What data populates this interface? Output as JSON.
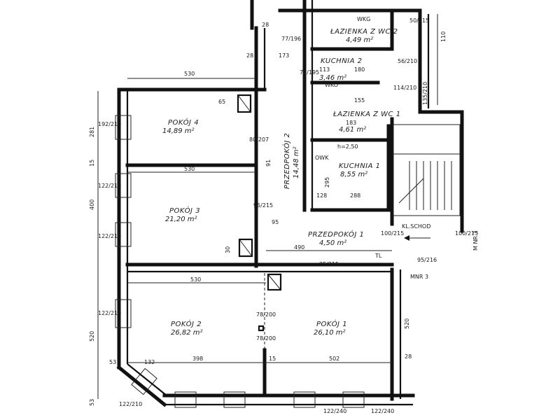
{
  "rooms": {
    "lazienka_wc2": {
      "name": "ŁAZIENKA Z WC 2",
      "area": "4,49 m²"
    },
    "kuchnia2": {
      "name": "KUCHNIA 2",
      "area": "3,46 m²"
    },
    "pokoj4": {
      "name": "POKÓJ 4",
      "area": "14,89 m²"
    },
    "lazienka_wc1": {
      "name": "ŁAZIENKA Z WC 1",
      "area": "4,61 m²"
    },
    "przedpokoj2": {
      "name": "PRZEDPOKÓJ 2",
      "area": "14,48 m²"
    },
    "kuchnia1": {
      "name": "KUCHNIA 1",
      "area": "8,55 m²"
    },
    "pokoj3": {
      "name": "POKÓJ 3",
      "area": "21,20 m²"
    },
    "przedpokoj1": {
      "name": "PRZEDPOKÓJ 1",
      "area": "4,50 m²"
    },
    "pokoj2": {
      "name": "POKÓJ 2",
      "area": "26,82 m²"
    },
    "pokoj1": {
      "name": "POKÓJ 1",
      "area": "26,10 m²"
    }
  },
  "labels": {
    "wkg_top": "WKG",
    "wko_mid": "WKO",
    "owk": "OWK",
    "kl_schod": "KL.SCHOD",
    "mnr3_right": "M NR 3",
    "mnr3_bottom": "MNR 3",
    "h250": "h=2,50",
    "tl": "TL"
  },
  "dims": {
    "d530_top": "530",
    "d530_mid": "530",
    "d530_low": "530",
    "d490": "490",
    "d398": "398",
    "d502": "502",
    "d15": "15",
    "d173": "173",
    "d28a": "28",
    "d28b": "28",
    "d28c": "28",
    "d65": "65",
    "d80_207": "80/207",
    "d91": "91",
    "d95_215a": "95/215",
    "d95": "95",
    "d30": "30",
    "d78_200a": "78/200",
    "d78_200b": "78/200",
    "d122_210a": "122/210",
    "d122_210b": "122/210",
    "d122_210c": "122/210",
    "d192_210": "192/210",
    "d281": "281",
    "d400": "400",
    "d520a": "520",
    "d520b": "520",
    "d15v": "15",
    "d53a": "53",
    "d53b": "53",
    "d132": "132",
    "d122_210d": "122/210",
    "d77_196": "77/196",
    "d79_195": "79/195",
    "d113": "113",
    "d180": "180",
    "d56_210": "56/210",
    "d50_215": "50/215",
    "d155": "155",
    "d114_210": "114/210",
    "d183": "183",
    "d128": "128",
    "d288": "288",
    "d295": "295",
    "d100_215a": "100/215",
    "d100_215b": "100/215",
    "d25_215": "25/215",
    "d95_216": "95/216",
    "d135_210": "135/210",
    "d110": "110",
    "d122_240a": "122/240",
    "d122_240b": "122/240"
  }
}
